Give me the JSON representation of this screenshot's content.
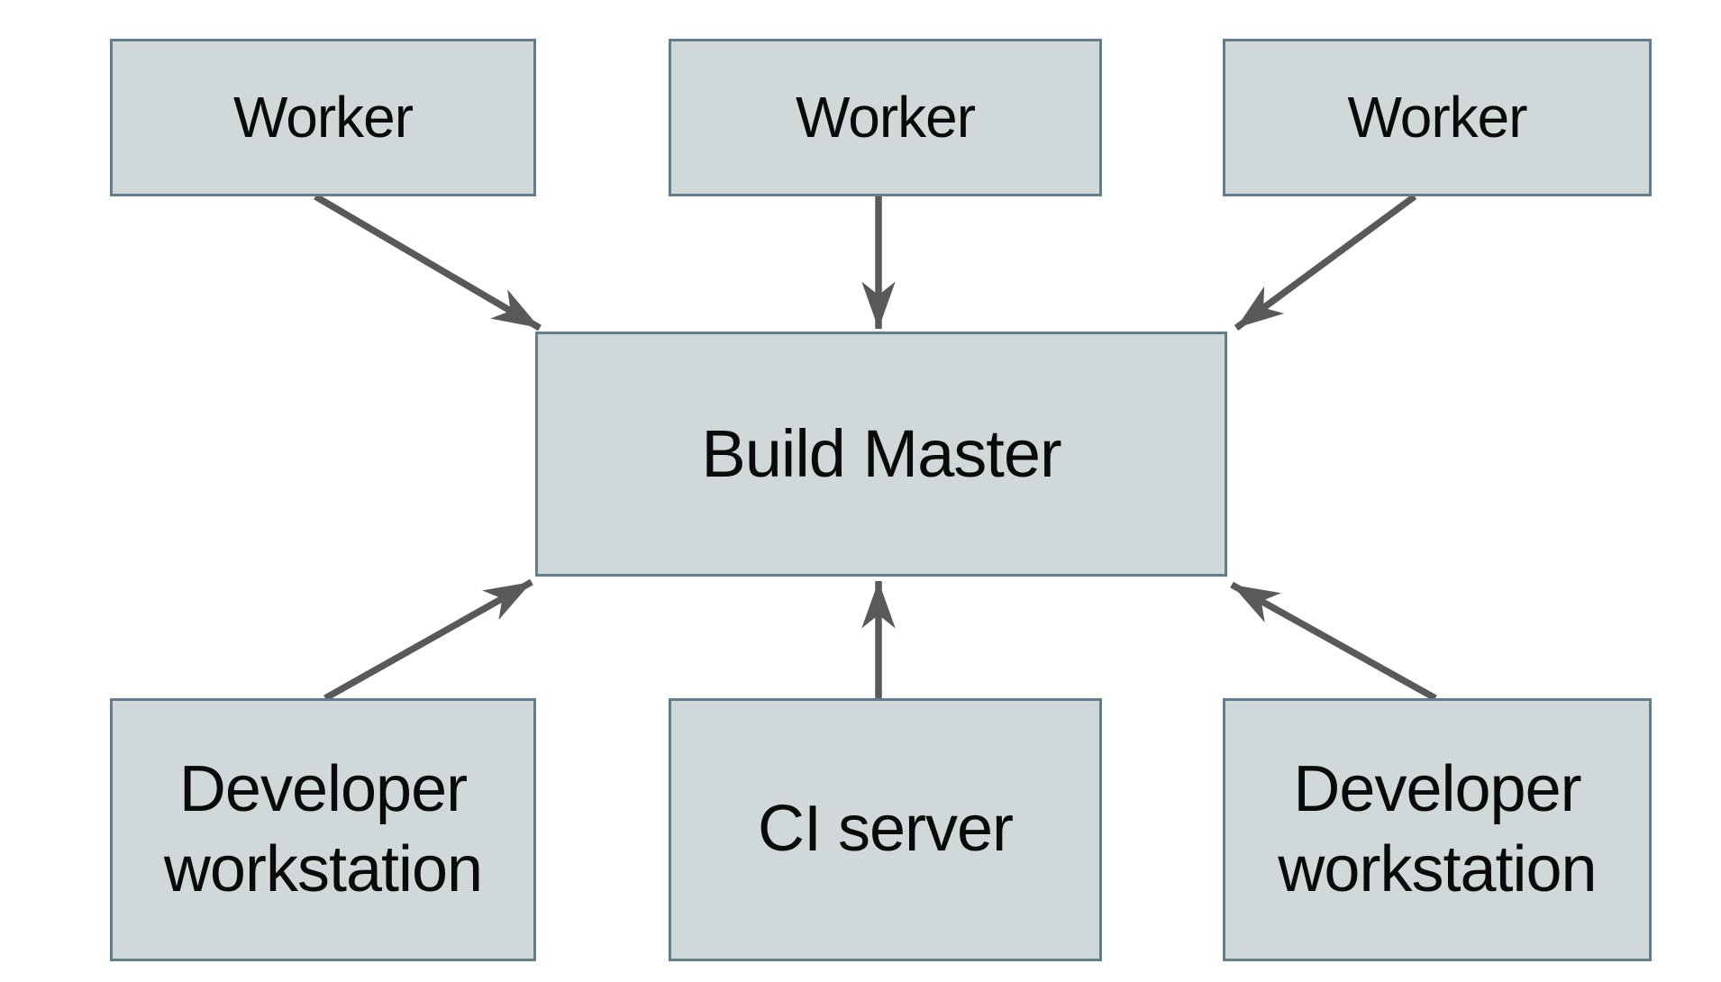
{
  "colors": {
    "background": "#ffffff",
    "node_fill": "#d0d8da",
    "node_border": "#627e8c",
    "arrow": "#595959",
    "text": "#0a0a0a"
  },
  "diagram": {
    "nodes": [
      {
        "id": "worker-1",
        "label": "Worker"
      },
      {
        "id": "worker-2",
        "label": "Worker"
      },
      {
        "id": "worker-3",
        "label": "Worker"
      },
      {
        "id": "build-master",
        "label": "Build Master"
      },
      {
        "id": "developer-workstation-left",
        "label": "Developer workstation"
      },
      {
        "id": "ci-server",
        "label": "CI server"
      },
      {
        "id": "developer-workstation-right",
        "label": "Developer workstation"
      }
    ],
    "edges": [
      {
        "from": "worker-1",
        "to": "build-master"
      },
      {
        "from": "worker-2",
        "to": "build-master"
      },
      {
        "from": "worker-3",
        "to": "build-master"
      },
      {
        "from": "developer-workstation-left",
        "to": "build-master"
      },
      {
        "from": "ci-server",
        "to": "build-master"
      },
      {
        "from": "developer-workstation-right",
        "to": "build-master"
      }
    ]
  }
}
